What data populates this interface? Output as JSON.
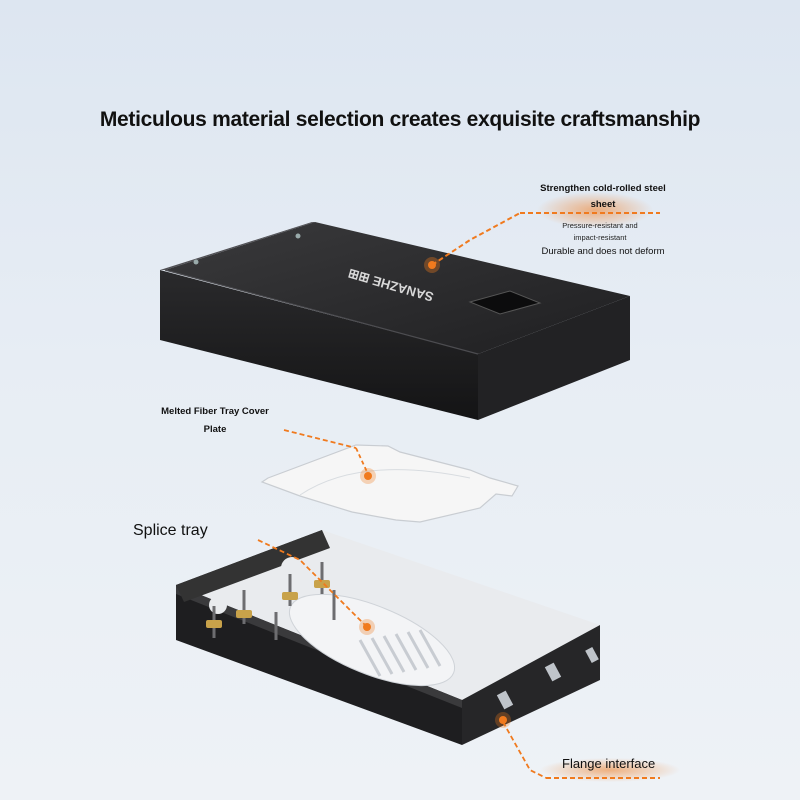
{
  "headline": "Meticulous material selection creates exquisite craftsmanship",
  "callouts": {
    "steel": {
      "line1": "Strengthen cold-rolled steel",
      "line2": "sheet",
      "sub1": "Pressure-resistant and",
      "sub2": "impact-resistant",
      "line3": "Durable and does not deform"
    },
    "cover_plate": {
      "line1": "Melted Fiber Tray Cover",
      "line2": "Plate"
    },
    "splice_tray": "Splice tray",
    "flange": "Flange interface"
  },
  "brand_logo_text": "SANAZHE",
  "colors": {
    "accent": "#f07a1e",
    "metal": "#2b2b2d",
    "background": "#e4ebf3"
  }
}
